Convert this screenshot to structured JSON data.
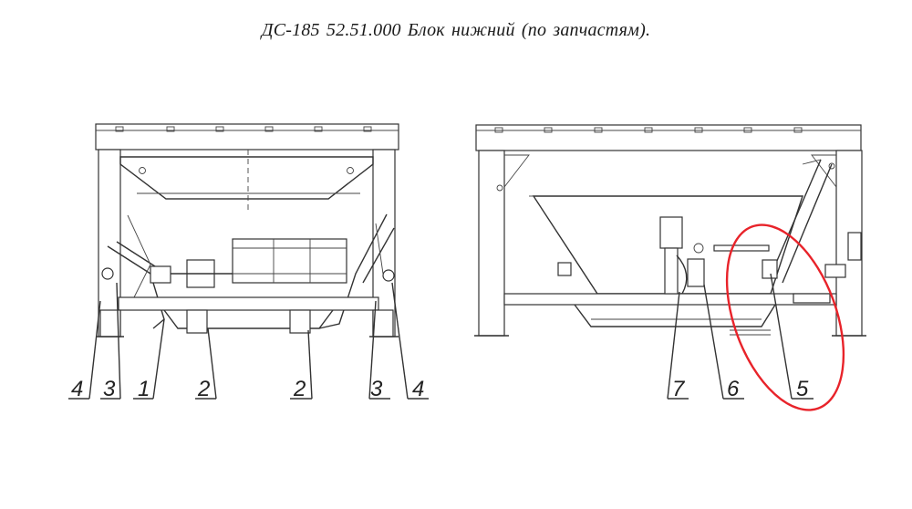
{
  "title": "ДС-185 52.51.000  Блок нижний (по запчастям).",
  "highlight_color": "#e8232a",
  "callouts_left": [
    {
      "label": "4"
    },
    {
      "label": "3"
    },
    {
      "label": "1"
    },
    {
      "label": "2"
    },
    {
      "label": "2"
    },
    {
      "label": "3"
    },
    {
      "label": "4"
    }
  ],
  "callouts_right": [
    {
      "label": "7"
    },
    {
      "label": "6"
    },
    {
      "label": "5"
    }
  ]
}
